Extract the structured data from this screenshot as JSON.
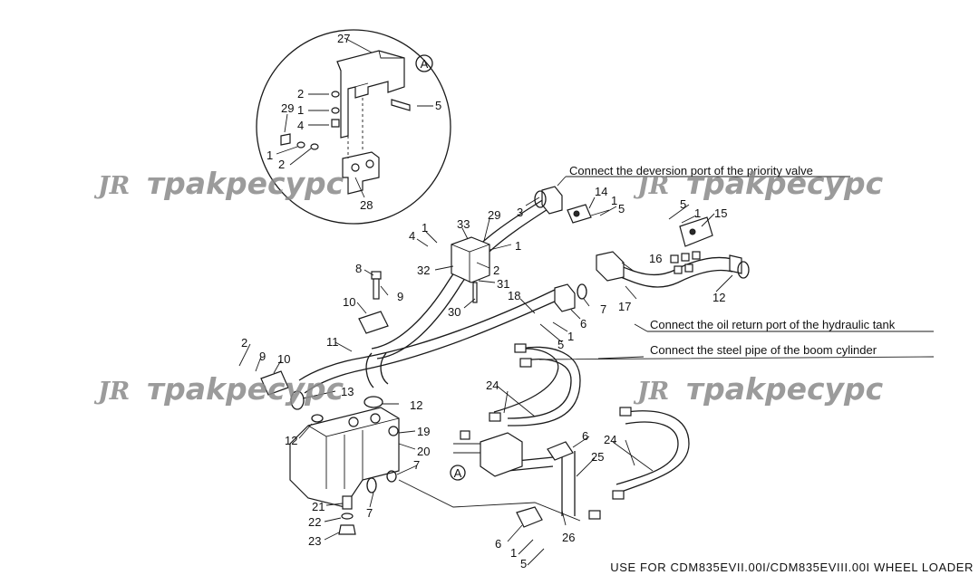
{
  "diagram": {
    "detail_label": "A",
    "callout_A": "A",
    "notes": {
      "priority_valve": "Connect the deversion port of the priority valve",
      "oil_return": "Connect the oil return port of the hydraulic tank",
      "boom_cylinder": "Connect the steel pipe of the boom cylinder"
    },
    "footer": "USE FOR CDM835EVII.00I/CDM835EVIII.00I WHEEL LOADER",
    "watermark": {
      "logo": "JR",
      "text": "трakpecypc"
    },
    "part_numbers": {
      "detail": [
        "27",
        "2",
        "1",
        "4",
        "29",
        "1",
        "2",
        "5",
        "28"
      ],
      "main": [
        "3",
        "14",
        "1",
        "5",
        "5",
        "1",
        "15",
        "4",
        "1",
        "33",
        "29",
        "1",
        "2",
        "32",
        "31",
        "8",
        "9",
        "10",
        "30",
        "18",
        "16",
        "17",
        "12",
        "7",
        "6",
        "1",
        "5",
        "11",
        "2",
        "9",
        "10",
        "13",
        "12",
        "12",
        "19",
        "20",
        "7",
        "24",
        "6",
        "24",
        "25",
        "21",
        "22",
        "23",
        "7",
        "26",
        "6",
        "1",
        "5"
      ]
    }
  }
}
